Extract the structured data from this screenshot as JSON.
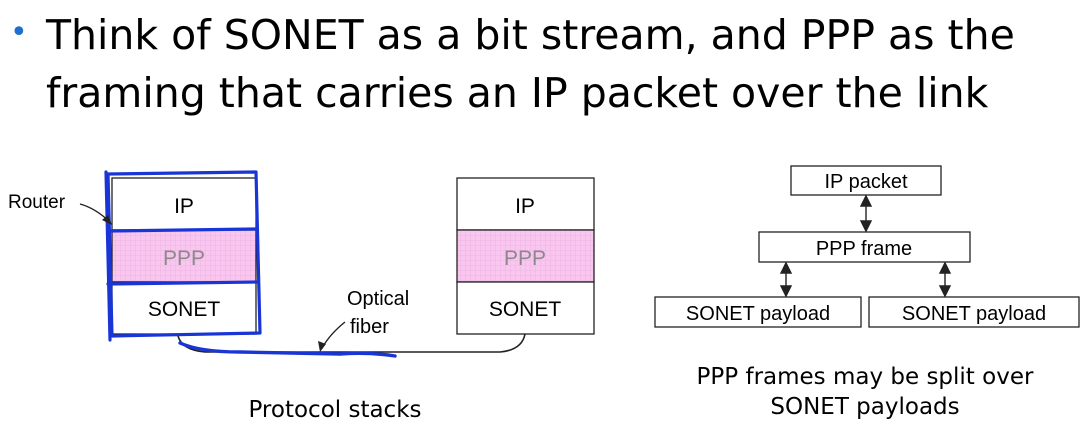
{
  "slide": {
    "bullet_text": "Think of SONET as a bit stream, and PPP as the framing that carries an IP packet over the link"
  },
  "left_diagram": {
    "router_label": "Router",
    "stack_layers": [
      "IP",
      "PPP",
      "SONET"
    ],
    "fiber_label_line1": "Optical",
    "fiber_label_line2": "fiber",
    "caption": "Protocol stacks"
  },
  "right_diagram": {
    "ip_packet": "IP packet",
    "ppp_frame": "PPP frame",
    "payload_left": "SONET payload",
    "payload_right": "SONET payload",
    "caption": "PPP frames may be split over SONET payloads"
  },
  "colors": {
    "bullet": "#1f6fd1",
    "annotation_ink": "#1a35d6",
    "ppp_fill": "#f8c6ee",
    "ppp_text": "#8a8a8a"
  }
}
